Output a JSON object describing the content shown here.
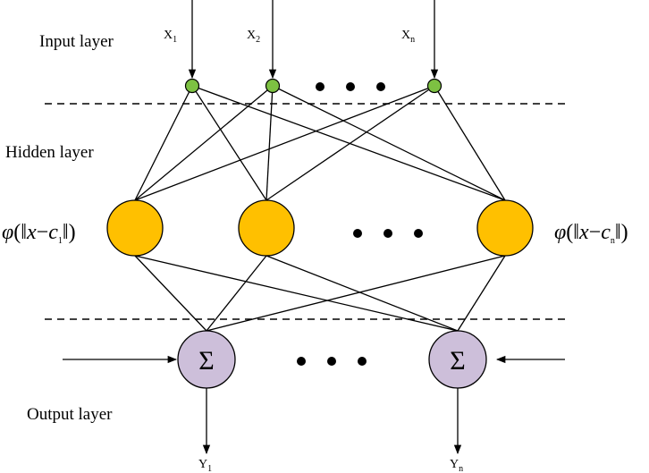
{
  "layers": {
    "input": "Input layer",
    "hidden": "Hidden layer",
    "output": "Output layer"
  },
  "inputs": [
    {
      "base": "X",
      "sub": "1"
    },
    {
      "base": "X",
      "sub": "2"
    },
    {
      "base": "X",
      "sub": "n"
    }
  ],
  "outputs": [
    {
      "base": "Y",
      "sub": "1"
    },
    {
      "base": "Y",
      "sub": "n"
    }
  ],
  "sum_symbol": "Σ",
  "rbf_left": {
    "phi": "φ",
    "open": "(‖",
    "x": "x",
    "minus": "−",
    "c": "c",
    "sub": "1",
    "close": "‖)"
  },
  "rbf_right": {
    "phi": "φ",
    "open": "(‖",
    "x": "x",
    "minus": "−",
    "c": "c",
    "sub": "n",
    "close": "‖)"
  },
  "colors": {
    "input_node": "#7dc142",
    "hidden_node": "#ffc000",
    "output_node": "#cdbfda",
    "stroke": "#000000"
  }
}
